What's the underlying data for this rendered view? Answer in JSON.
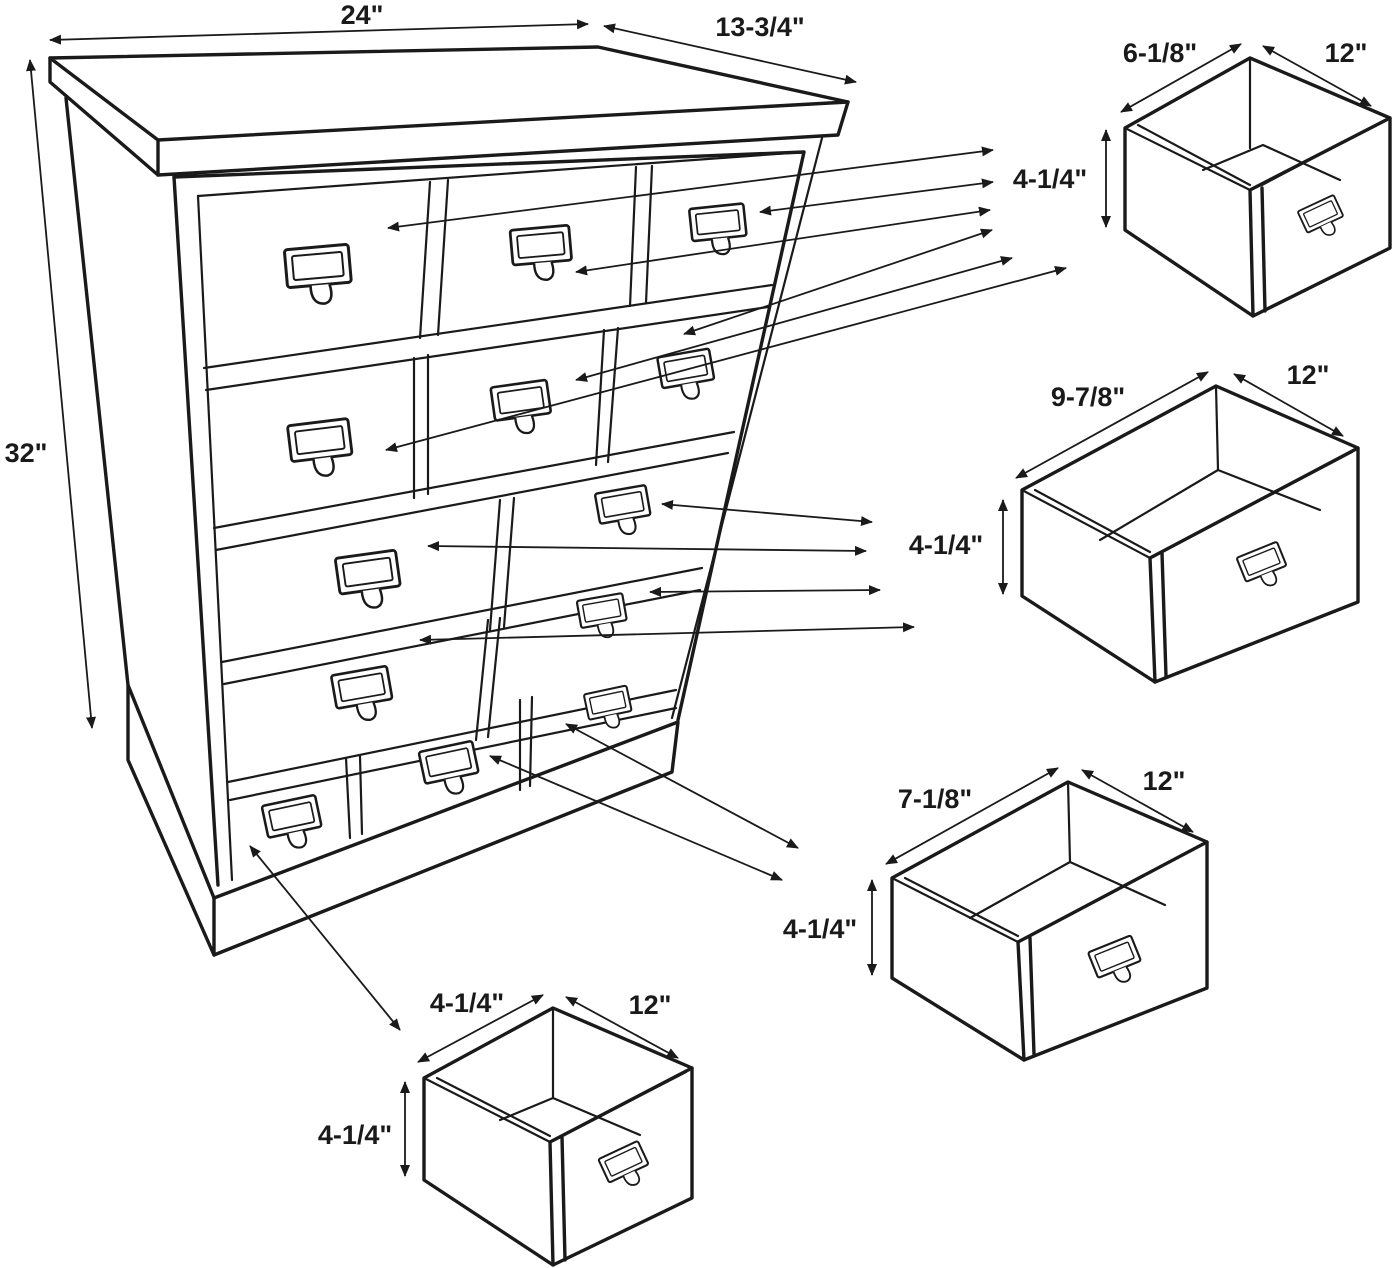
{
  "colors": {
    "ink": "#1a1a1a",
    "paper": "#ffffff"
  },
  "chest": {
    "width_label": "24\"",
    "depth_label": "13-3/4\"",
    "height_label": "32\""
  },
  "drawer_small_top": {
    "width_label": "6-1/8\"",
    "depth_label": "12\"",
    "height_label": "4-1/4\""
  },
  "drawer_wide": {
    "width_label": "9-7/8\"",
    "depth_label": "12\"",
    "height_label": "4-1/4\""
  },
  "drawer_medium": {
    "width_label": "7-1/8\"",
    "depth_label": "12\"",
    "height_label": "4-1/4\""
  },
  "drawer_small_bottom": {
    "width_label": "4-1/4\"",
    "depth_label": "12\"",
    "height_label": "4-1/4\""
  }
}
